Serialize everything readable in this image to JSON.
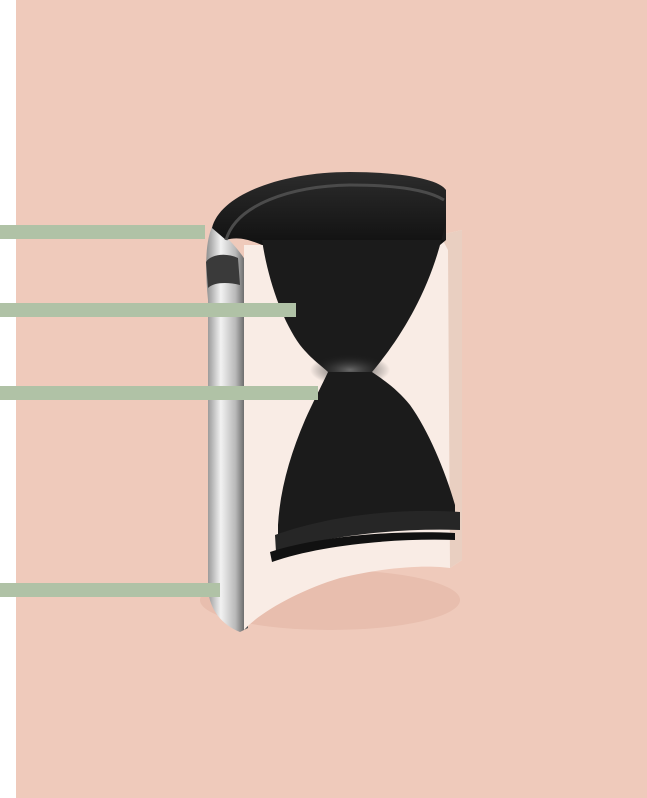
{
  "diagram": {
    "background_color": "#efcabb",
    "leader_line_color": "#b0c2a6",
    "dark_color": "#1b1b1b",
    "light_color": "#f9ece5",
    "callouts": [
      {
        "label": "",
        "target": "top-rim"
      },
      {
        "label": "",
        "target": "upper-cavity"
      },
      {
        "label": "",
        "target": "throat"
      },
      {
        "label": "",
        "target": "outer-wall"
      }
    ]
  }
}
